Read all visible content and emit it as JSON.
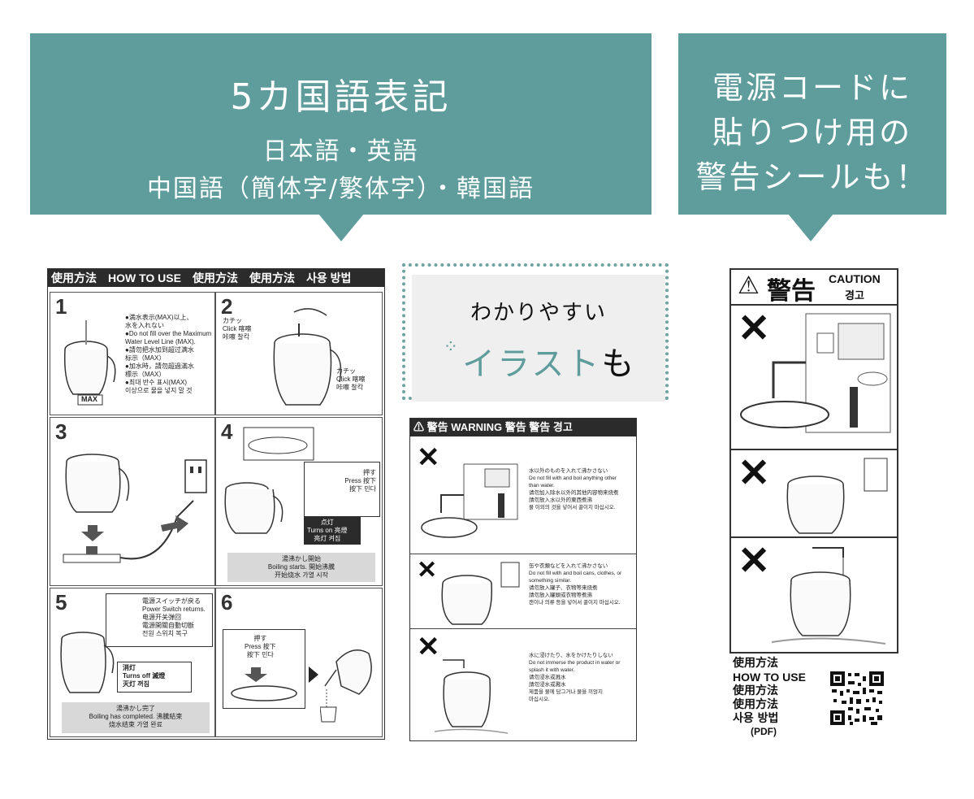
{
  "left_bubble": {
    "title": "5カ国語表記",
    "line2": "日本語・英語",
    "line3": "中国語（簡体字/繁体字）・韓国語"
  },
  "right_bubble": {
    "line1": "電源コードに",
    "line2": "貼りつけ用の",
    "line3": "警告シールも！"
  },
  "callout": {
    "line1": "わかりやすい",
    "line2a": "イラスト",
    "line2b": "も"
  },
  "howto": {
    "header": "使用方法　HOW TO USE　使用方法　使用方法　사용 방법",
    "steps": [
      {
        "num": "1",
        "text": "●満水表示(MAX)以上、\n  水を入れない\n●Do not fill over the Maximum\n  Water Level Line (MAX).\n●請勿把水加到超过满水\n  标示（MAX）\n●加水時，請勿超過滿水\n  標示（MAX）\n●최대 반수 표시(MAX)\n  이상으로 물을 넣지 말 것",
        "label": "MAX"
      },
      {
        "num": "2",
        "click_a": "カチッ\nClick 喀嚓\n咔嚓 찰칵",
        "click_b": "カチッ\nClick 喀嚓\n咔嚓 찰칵"
      },
      {
        "num": "3"
      },
      {
        "num": "4",
        "press": "押す\nPress 按下\n按下 민다",
        "light": "点灯\nTurns on 亮燈\n亮灯 켜짐",
        "boil": "湯沸かし開始\nBoiling starts. 開始沸騰\n开始烧水 가열 시작"
      },
      {
        "num": "5",
        "switch": "電源スイッチが戻る\nPower Switch returns.\n电源开关弹回\n電源開關自動切斷\n전원 스위치 복구",
        "off": "消灯\nTurns off 滅燈\n灭灯 꺼짐",
        "done": "湯沸かし完了\nBoiling has completed. 沸騰結束\n烧水结束 가열 완료"
      },
      {
        "num": "6",
        "press": "押す\nPress 按下\n按下 민다"
      }
    ]
  },
  "warning_small": {
    "header": "警告 WARNING 警告 警告 경고",
    "rows": [
      {
        "text": "水以外のものを入れて沸かさない\nDo not fill with and boil anything other\nthan water.\n请勿加入除水以外的其他内容物来烧煮\n請勿放入水以外的東西煮沸\n물 이외의 것을 넣어서 끓이지 마십시오."
      },
      {
        "text": "缶や衣類などを入れて沸かさない\nDo not fill with and boil cans, clothes, or\nsomething similar.\n请勿放入罐子、衣物等来烧煮\n請勿放入罐頭或衣物等煮沸\n캔이나 의류 등을 넣어서 끓이지 마십시오."
      },
      {
        "text": "水に浸けたり、水をかけたりしない\nDo not immerse the product in water or\nsplash it with water.\n请勿浸水或溅水\n請勿浸水或濺水\n제품을 물에 담그거나 물을 끼얹지\n마십시오."
      }
    ]
  },
  "warning_sticker": {
    "title": "警告",
    "caution": "CAUTION",
    "korean": "경고",
    "howto_lines": [
      "使用方法",
      "HOW TO USE",
      "使用方法",
      "使用方法",
      "사용 방법"
    ],
    "pdf": "(PDF)"
  },
  "colors": {
    "teal": "#5f9c9c",
    "callout_bg": "#efefef",
    "dots": "#6fa3a3"
  },
  "icons": [
    "cross-mark-icon",
    "warning-triangle-icon",
    "qr-code-icon",
    "kettle-illustration"
  ]
}
